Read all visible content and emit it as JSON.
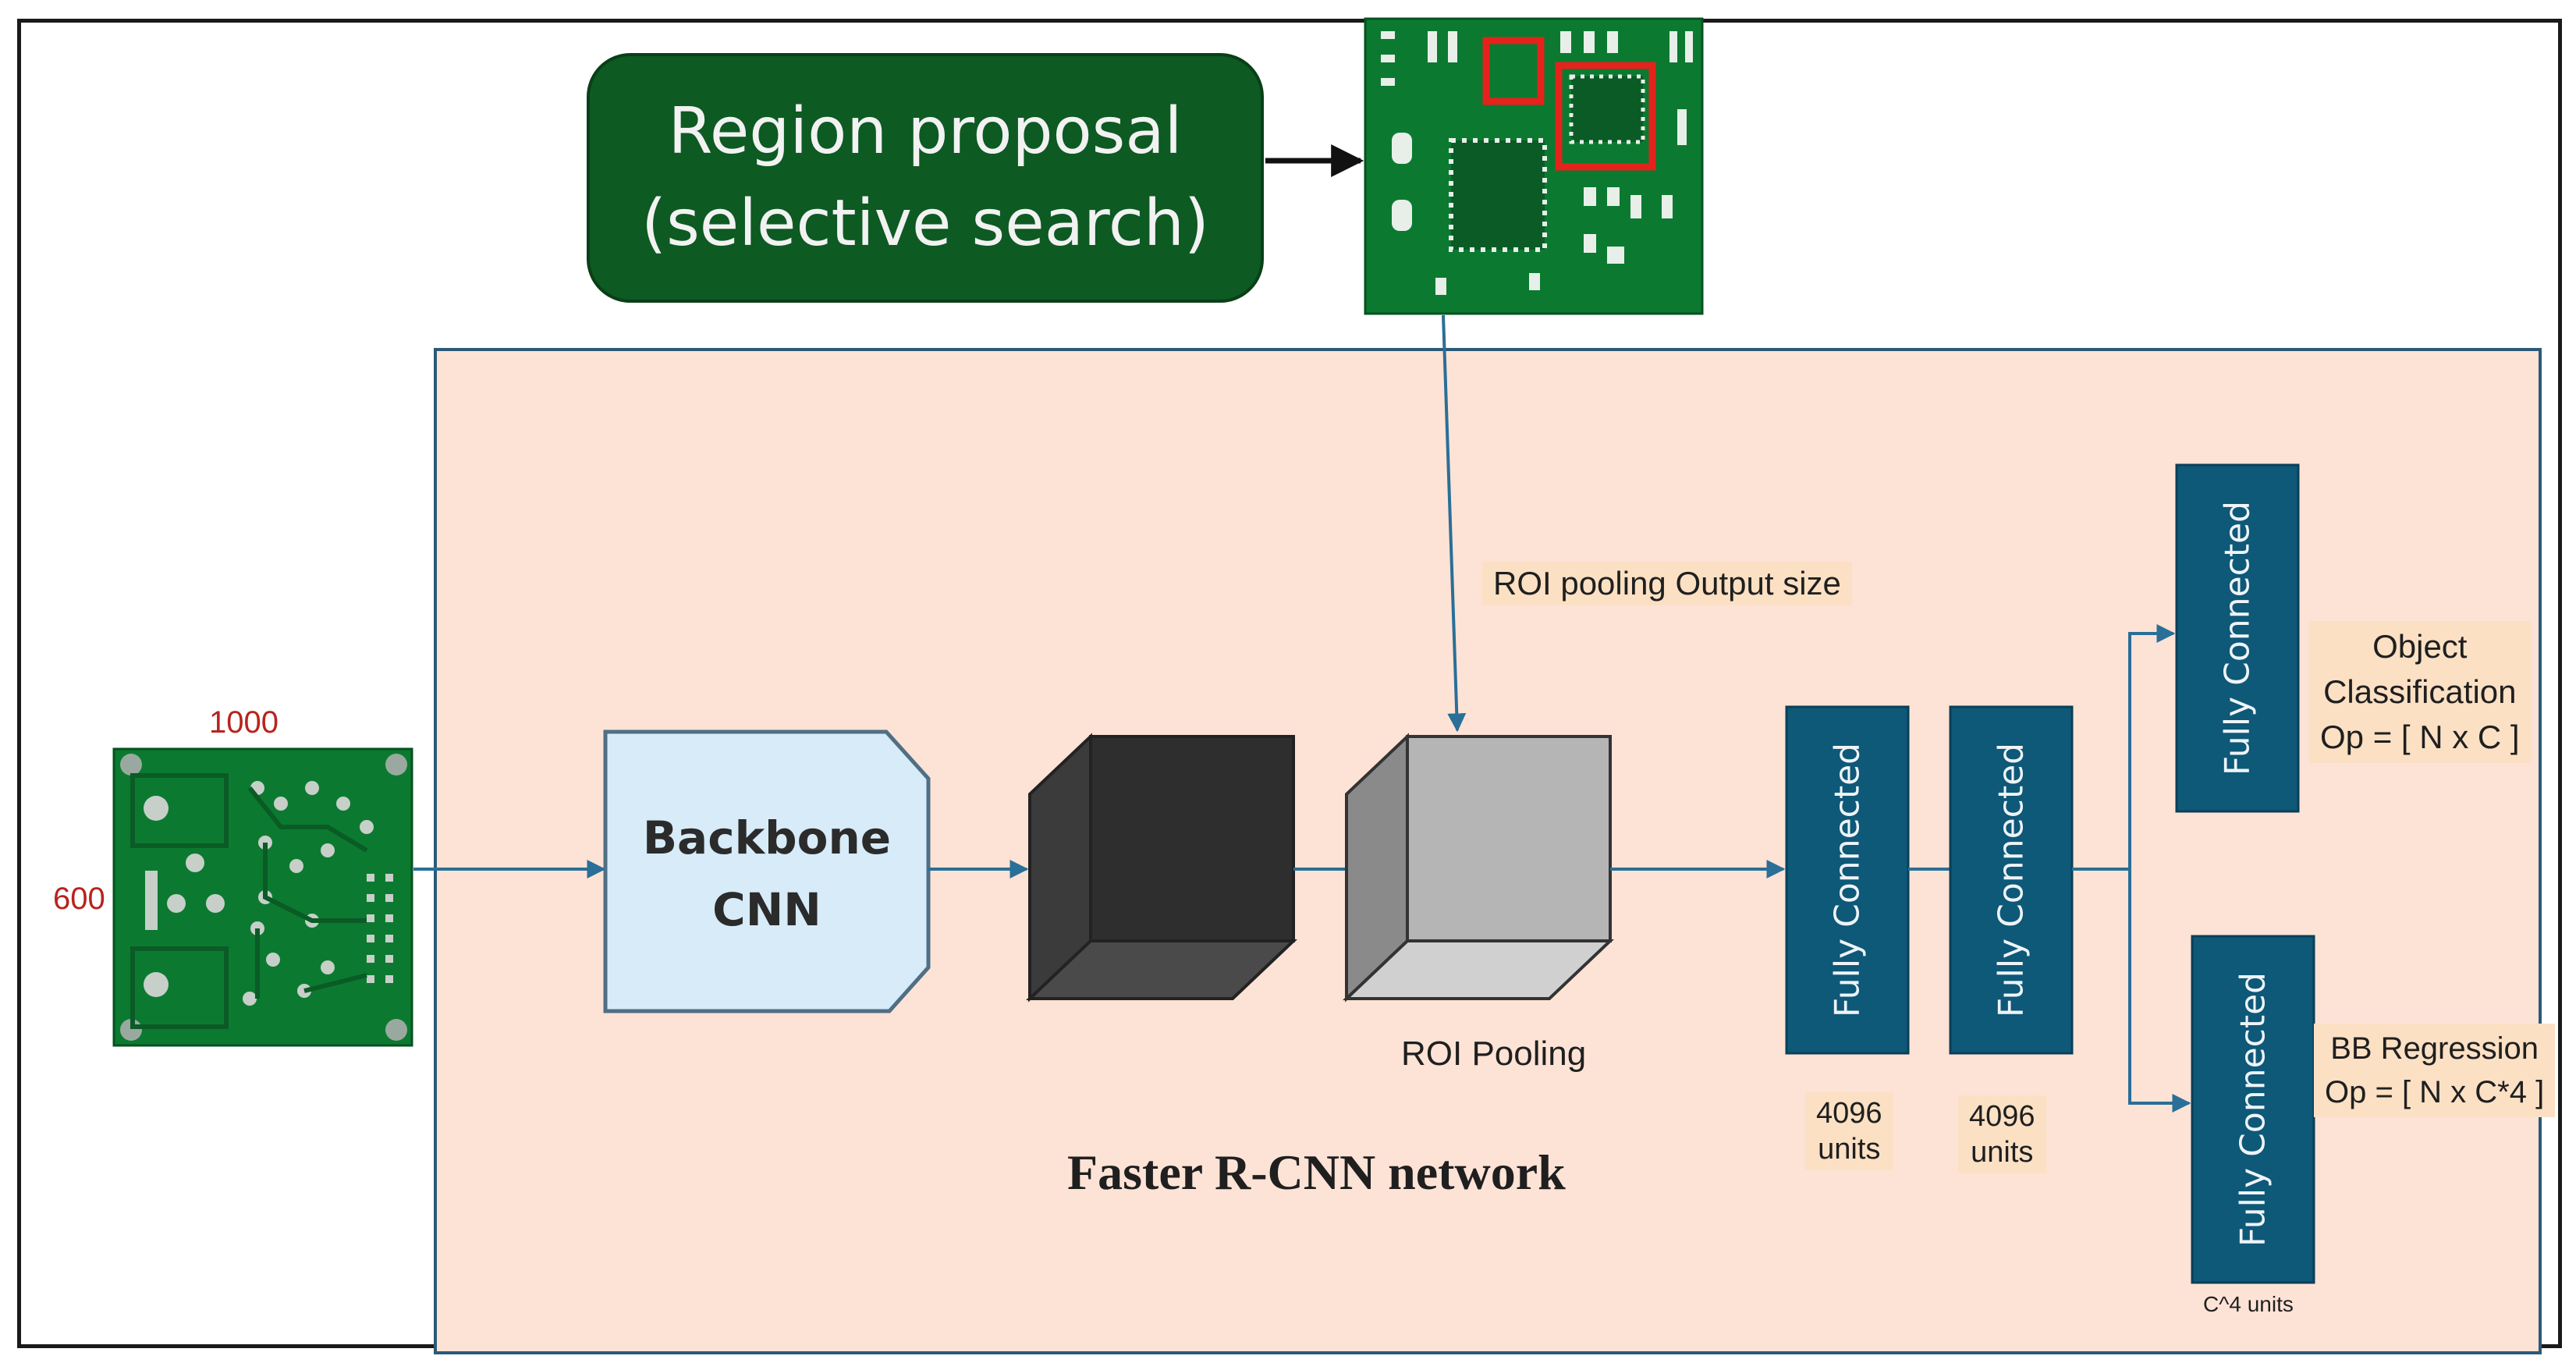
{
  "region_proposal": {
    "line1": "Region proposal",
    "line2": "(selective search)"
  },
  "input_image": {
    "width_label": "1000",
    "height_label": "600"
  },
  "backbone": {
    "line1": "Backbone",
    "line2": "CNN"
  },
  "roi": {
    "output_label": "ROI pooling Output size",
    "pooling_label": "ROI Pooling"
  },
  "fc_layers": {
    "layer_label": "Fully Connected",
    "units_1_line1": "4096",
    "units_1_line2": "units",
    "units_2_line1": "4096",
    "units_2_line2": "units",
    "units_bb": "C^4 units"
  },
  "outputs": {
    "classification_line1": "Object",
    "classification_line2": "Classification",
    "classification_line3": "Op = [ N x C ]",
    "regression_line1": "BB Regression",
    "regression_line2": "Op = [ N x C*4 ]"
  },
  "network_title": "Faster R-CNN network",
  "colors": {
    "proposal_green": "#0d5a22",
    "panel_peach": "#fde3d6",
    "fc_blue": "#0e5878",
    "arrow_blue": "#2a6f97",
    "dim_red": "#b8231c"
  }
}
